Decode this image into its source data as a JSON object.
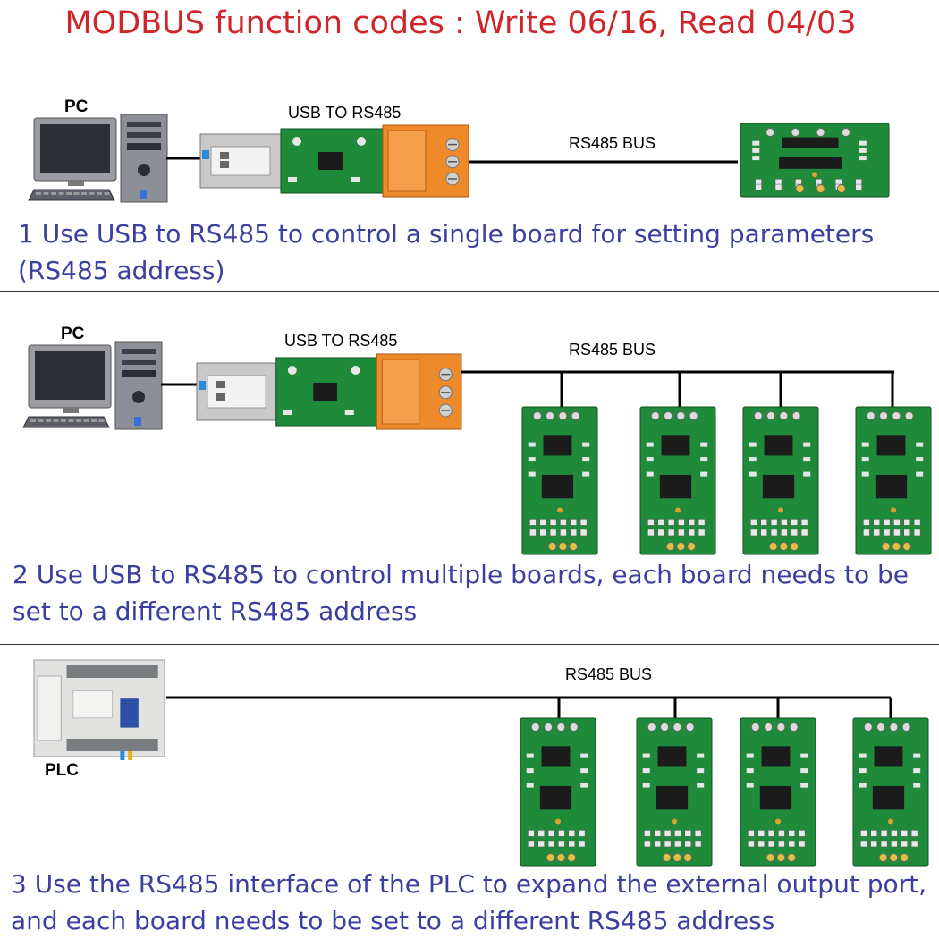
{
  "title": "MODBUS function codes : Write  06/16, Read 04/03",
  "labels": {
    "pc": "PC",
    "plc": "PLC",
    "usb_to_rs485": "USB TO RS485",
    "rs485_bus": "RS485 BUS"
  },
  "sections": [
    {
      "line1": "1 Use USB to RS485 to control a single board for setting parameters",
      "line2": "(RS485 address)"
    },
    {
      "line1": "2 Use USB to RS485 to control multiple boards, each board needs to be",
      "line2": "set to a different RS485 address"
    },
    {
      "line1": "3 Use the RS485 interface of the PLC to expand the external output port,",
      "line2": "and each board needs to be set to a different RS485 address"
    }
  ],
  "colors": {
    "title": "#d0262b",
    "description": "#3a3fa0",
    "pcb": "#1f8a3a",
    "terminal": "#ef8a2a"
  }
}
